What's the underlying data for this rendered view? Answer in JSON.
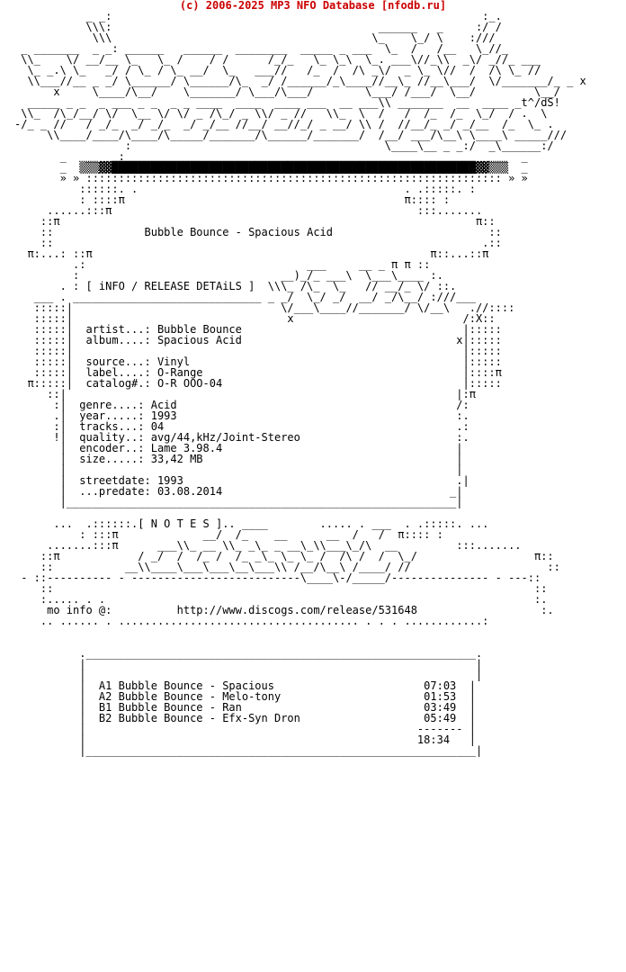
{
  "header": {
    "title": "(c) 2006-2025 MP3 NFO Database [nfodb.ru]",
    "color": "#cc0000"
  },
  "nfo_lines": [
    "           _ _:                                                         :_.",
    "           \\\\\\:                                         ______   _     :/ /",
    "            \\\\\\                                        \\_    \\_/ \\    :///",
    " _ _______  _ _: ______   ______  ________  _____ _ ___  \\_  /   /__   \\_//_",
    " \\\\_    \\/ __/__ \\_   \\_ /    / /      /_/_   \\_ \\_\\  \\_. ___\\//_\\\\  _\\/ _//_ ___",
    "  \\_ _.\\ \\_   _/ / \\_ / \\_ __/  \\_   ___//   /_  /  /\\ _\\/  _ \\_ \\//  /  /\\ \\_ //",
    "  \\\\___//__ _ _/ \\______/ \\______/\\_  _/ /______/_\\____//__\\_ //__\\___/  \\/_______/_ _ x",
    "      x     \\____/\\__/    \\_______/ \\___/\\___/        \\___/ /___/  \\__/         \\__/",
    "  _____ _ _  _ ___ _ _  _ _ ____  ____  ____ ___  __ ___\\\\ _______  __  ____ _t^/dS!",
    " \\\\_  /\\_/__/ \\/  \\__ \\/ \\/ _ /\\_/ _ \\\\/ _ //   \\\\_  \\  /   /  /_  /_  \\_/  / .  \\",
    "-/_ _ //   / _/_  _/ _/_  _/ _/__ //__/ __//_/ _ __/ \\\\ /  //__/_ _/ _/__  /_  \\_ .",
    "     \\\\____/____/\\____/\\_____/_______/\\______/_______/  /__/ ___/\\__\\ \\____\\ _____///",
    "                 :                                       \\____\\__ _ _:/  _\\______:/",
    "       _   ___  :_____________________________________________________ _ ___  _",
    "       _  ▒▒▒▓▓████████████████████████████████████████████████████████▓▓▒▒▒  _",
    "       » » :::::::::::::::::::::::::::::::::::::::::::::::::::::::::::::::: » »",
    "          ::::::. .                                         . .:::::. :",
    "          : ::::π                                           π:::: :",
    "     ......:::π                                               :::.......",
    "    ::π                                                                π::",
    "    ::              Bubble Bounce - Spacious Acid                        ::",
    "    ::                                                                  .::",
    "  π:...: ::π                                                    π::...::π",
    "         .:                                  ___     __ _ π π ::",
    "         :                               __)_/_ ___\\  \\___\\____ :.",
    "       . : [ iNFO / RELEASE DETAiLS ]  \\\\\\_ /\\_  \\_   // __/_ \\/ ::.",
    "   ___ . _____________________________ _ _/  \\_/ _/  __/ _/\\__/ :///___",
    "   :::::|                                \\/___\\____//_______/ \\/__\\   .//::::",
    "   :::::|                                 x                          /:X::",
    "   :::::|  artist...: Bubble Bounce                                  |:::::",
    "   :::::|  album....: Spacious Acid                                 x|:::::",
    "   :::::|                                                            |:::::",
    "   :::::|  source...: Vinyl                                          |:::::",
    "   :::::|  label....: O-Range                                        |::::π",
    "  π:::::|  catalog#.: O-R OOO-04                                     |:::::",
    "     ::|                                                            |:π",
    "      :|  genre....: Acid                                           /:",
    "      .|  year.....: 1993                                           :.",
    "      :|  tracks...: 04                                             .:",
    "      !|  quality..: avg/44,kHz/Joint-Stereo                        :.",
    "       |  encoder..: Lame 3.98.4                                    |",
    "       |  size.....: 33,42 MB                                       |",
    "       |                                                            |",
    "       |  streetdate: 1993                                          .|",
    "       |  ...predate: 03.08.2014                                   _|",
    "       |____________________________________________________________|",
    "",
    "      ...  .::::::.[ N O T E S ].. ____        ..... . ___  . .:::::. ...",
    "          : :::π             __/  /_    __      __  /   /  π:::: :",
    "     .......:::π      ___\\\\_ __ \\\\_ _\\_ _ __\\_\\\\___\\_/\\  __         :::.......",
    "    ::π            / _/  /  /_ /  /_ _\\_ \\_ \\_ /  /\\ /  /  \\_/                  π::",
    "    ::           __\\\\____\\___\\___\\__\\___\\\\ /__/\\__\\ /____/ //                     ::",
    " - ::---------- - --------------------------\\____\\-/_____/--------------- - ---::",
    "    ::                                                                          ::",
    "    :..... . .                                                                  :.",
    "     mo info @:          http://www.discogs.com/release/531648                   :.",
    "    .. ...... . ..................................... . . . ............:",
    "",
    "",
    "          .____________________________________________________________.",
    "          |                                                            |",
    "          |                                                            |",
    "          |  A1 Bubble Bounce - Spacious                       07:03  |",
    "          |  A2 Bubble Bounce - Melo-tony                      01:53  |",
    "          |  B1 Bubble Bounce - Ran                            03:49  |",
    "          |  B2 Bubble Bounce - Efx-Syn Dron                   05:49  |",
    "          |                                                   ------- |",
    "          |                                                   18:34   |",
    "          |____________________________________________________________|"
  ]
}
